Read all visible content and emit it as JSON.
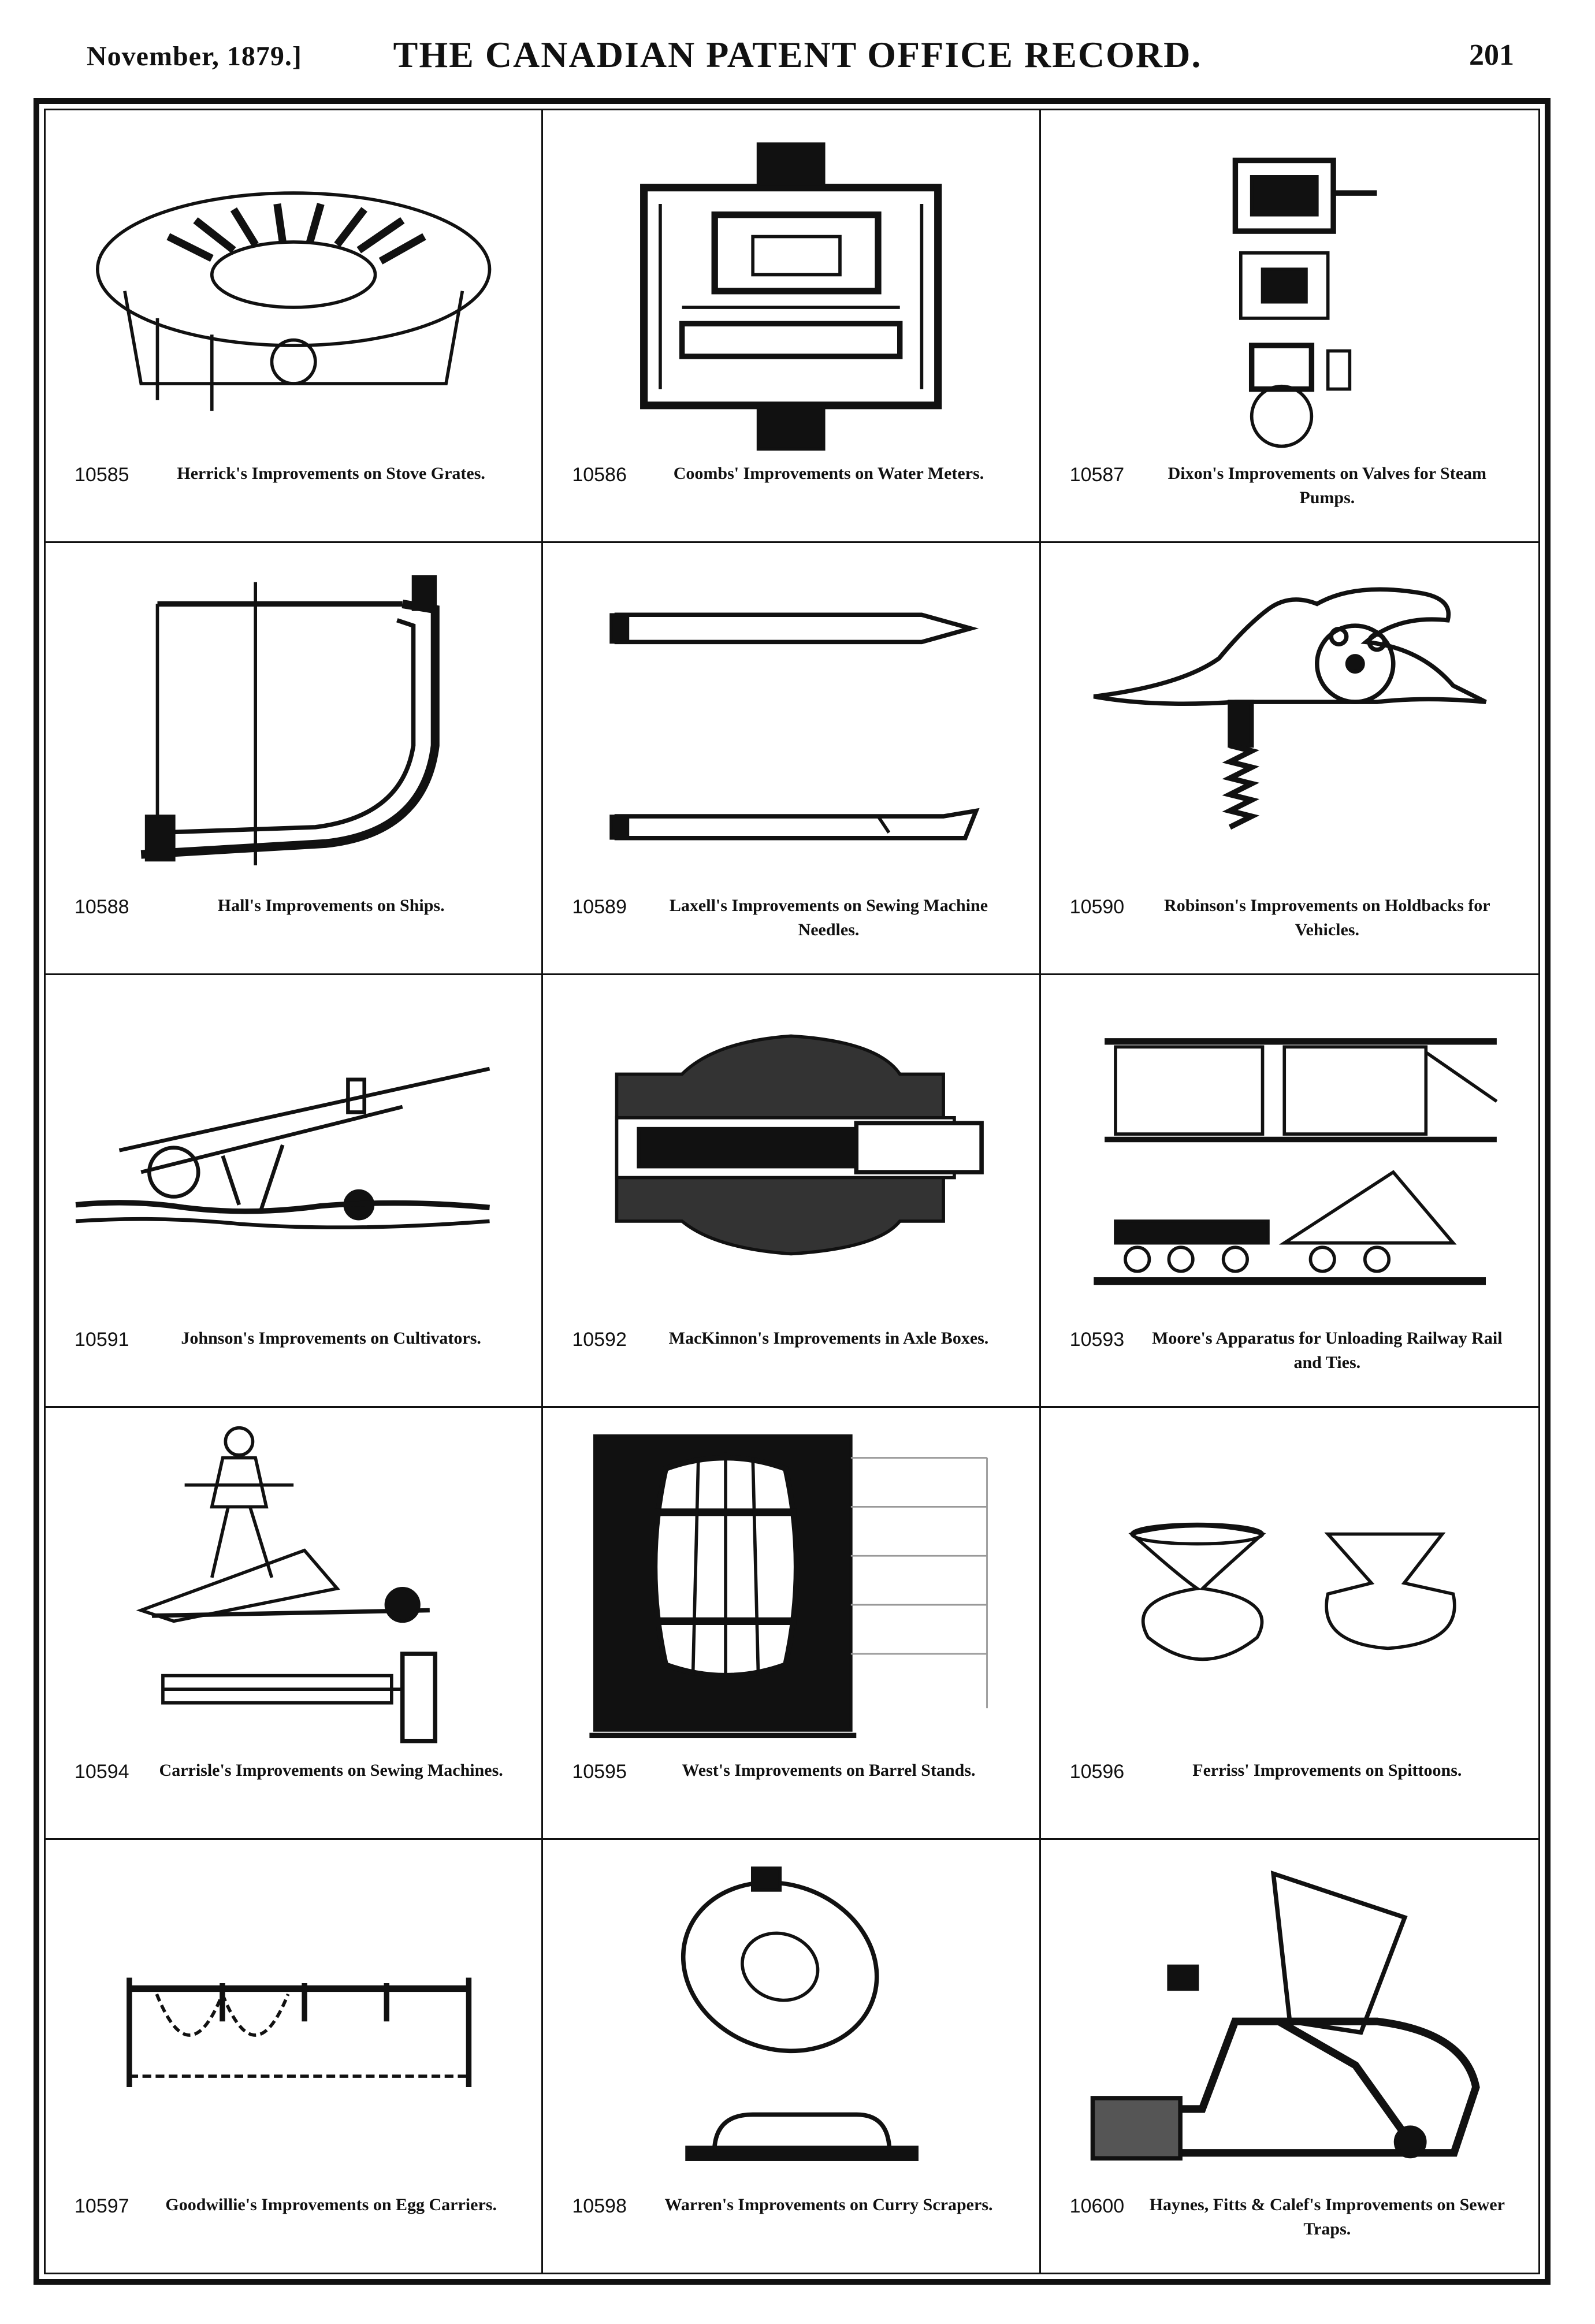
{
  "header": {
    "date": "November, 1879.]",
    "title": "THE CANADIAN PATENT OFFICE RECORD.",
    "page": "201"
  },
  "patents": [
    {
      "number": "10585",
      "title": "Herrick's Improvements on Stove Grates.",
      "figure": "stove-grate-illustration"
    },
    {
      "number": "10586",
      "title": "Coombs' Improvements on Water Meters.",
      "figure": "water-meter-illustration"
    },
    {
      "number": "10587",
      "title": "Dixon's Improvements on Valves for Steam Pumps.",
      "figure": "steam-valve-illustration"
    },
    {
      "number": "10588",
      "title": "Hall's Improvements on Ships.",
      "figure": "ship-hull-illustration"
    },
    {
      "number": "10589",
      "title": "Laxell's Improvements on Sewing Machine Needles.",
      "figure": "needle-illustration"
    },
    {
      "number": "10590",
      "title": "Robinson's Improvements on Holdbacks for Vehicles.",
      "figure": "holdback-illustration"
    },
    {
      "number": "10591",
      "title": "Johnson's Improvements on Cultivators.",
      "figure": "cultivator-illustration"
    },
    {
      "number": "10592",
      "title": "MacKinnon's Improvements in Axle Boxes.",
      "figure": "axle-box-illustration"
    },
    {
      "number": "10593",
      "title": "Moore's Apparatus for Unloading Railway Rail and Ties.",
      "figure": "railway-unloader-illustration"
    },
    {
      "number": "10594",
      "title": "Carrisle's Improvements on Sewing Machines.",
      "figure": "sewing-machine-illustration"
    },
    {
      "number": "10595",
      "title": "West's Improvements on Barrel Stands.",
      "figure": "barrel-stand-illustration"
    },
    {
      "number": "10596",
      "title": "Ferriss' Improvements on Spittoons.",
      "figure": "spittoon-illustration"
    },
    {
      "number": "10597",
      "title": "Goodwillie's Improvements on Egg Carriers.",
      "figure": "egg-carrier-illustration"
    },
    {
      "number": "10598",
      "title": "Warren's Improvements on Curry Scrapers.",
      "figure": "curry-scraper-illustration"
    },
    {
      "number": "10600",
      "title": "Haynes, Fitts & Calef's Improvements on Sewer Traps.",
      "figure": "sewer-trap-illustration"
    }
  ]
}
